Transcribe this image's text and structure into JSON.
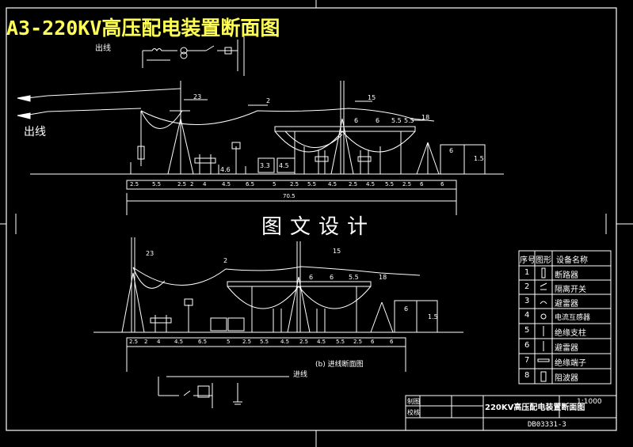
{
  "title": "A3-220KV高压配电装置断面图",
  "watermark": "图文设计",
  "labels": {
    "out_line_top": "出线",
    "out_line_left": "出线",
    "in_line": "进线",
    "section_b": "(b) 进线断面图"
  },
  "top_section": {
    "callouts": [
      "23",
      "2",
      "15",
      "18",
      "6",
      "6",
      "5.5",
      "5.5",
      "4.6",
      "3.3",
      "4.5",
      "6",
      "1.5"
    ],
    "dims": [
      "2.5",
      "5.5",
      "2.5",
      "2",
      "4",
      "4.5",
      "6.5",
      "5",
      "2.5",
      "5.5",
      "4.5",
      "2.5",
      "4.5",
      "5.5",
      "2.5",
      "6",
      "6"
    ],
    "total": "70.5"
  },
  "bottom_section": {
    "callouts": [
      "23",
      "2",
      "15",
      "18",
      "6",
      "6",
      "5.5",
      "6",
      "1.5"
    ],
    "dims": [
      "2.5",
      "2",
      "4",
      "4.5",
      "6.5",
      "5",
      "2.5",
      "5.5",
      "4.5",
      "2.5",
      "4.5",
      "5.5",
      "2.5",
      "6",
      "6"
    ]
  },
  "legend": {
    "headers": [
      "序号",
      "图形",
      "设备名称"
    ],
    "rows": [
      {
        "no": "1",
        "name": "断路器"
      },
      {
        "no": "2",
        "name": "隔离开关"
      },
      {
        "no": "3",
        "name": "避雷器"
      },
      {
        "no": "4",
        "name": "电流互感器"
      },
      {
        "no": "5",
        "name": "绝缘支柱"
      },
      {
        "no": "6",
        "name": "避雷器"
      },
      {
        "no": "7",
        "name": "绝缘端子"
      },
      {
        "no": "8",
        "name": "阻波器"
      }
    ]
  },
  "title_block": {
    "row1": "制图",
    "row2": "校核",
    "drawing_name": "220KV高压配电装置断面图",
    "scale": "1:1000",
    "drawing_no": "DB03331-3"
  }
}
